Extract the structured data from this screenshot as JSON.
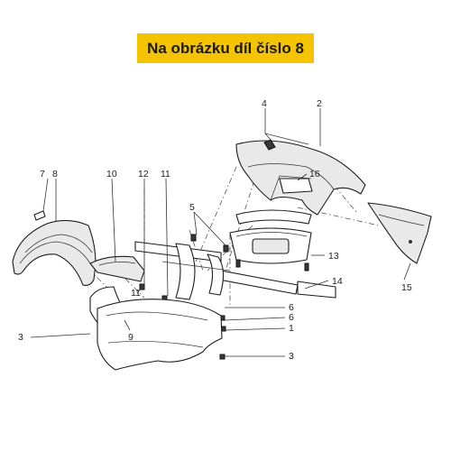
{
  "banner": {
    "text": "Na obrázku díl číslo 8"
  },
  "callouts": {
    "c1": "1",
    "c2": "2",
    "c3a": "3",
    "c3b": "3",
    "c4": "4",
    "c5": "5",
    "c6a": "6",
    "c6b": "6",
    "c7": "7",
    "c8": "8",
    "c9": "9",
    "c10": "10",
    "c11a": "11",
    "c11b": "11",
    "c12": "12",
    "c13": "13",
    "c14": "14",
    "c15": "15",
    "c16": "16"
  },
  "colors": {
    "banner_bg": "#f5c400",
    "line": "#1c1c1c"
  }
}
